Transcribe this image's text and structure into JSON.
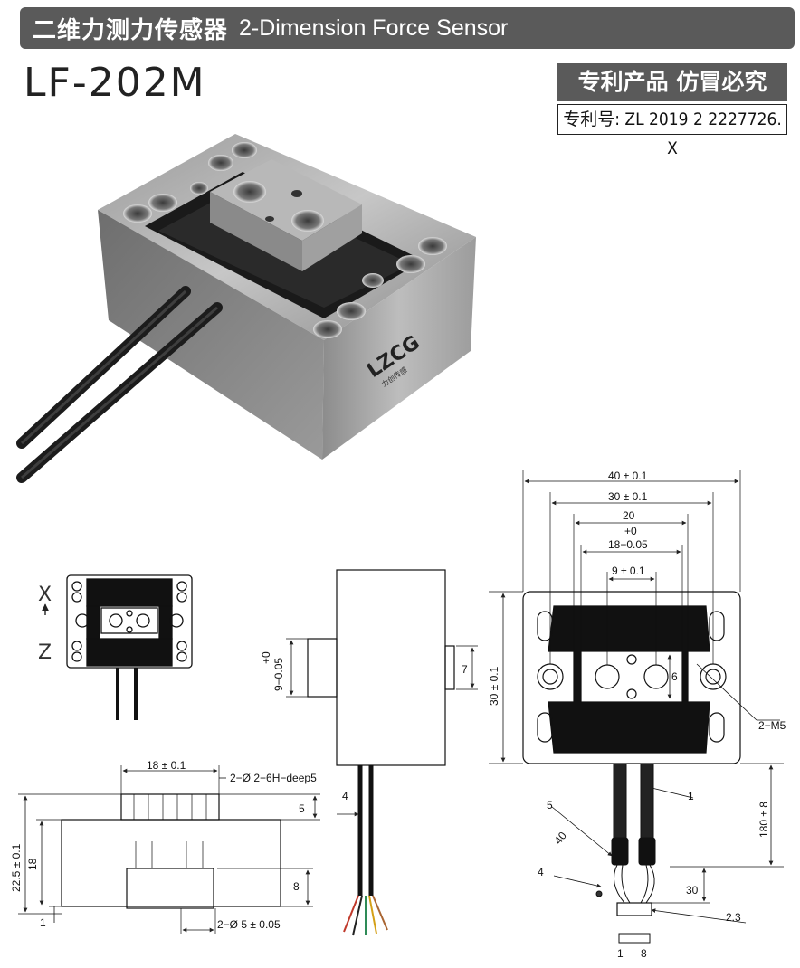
{
  "header": {
    "title_cn": "二维力测力传感器",
    "title_en": "2-Dimension Force Sensor"
  },
  "model": "LF-202M",
  "patent": {
    "notice": "专利产品 仿冒必究",
    "number": "专利号: ZL 2019 2 2227726. X"
  },
  "logo": {
    "brand": "LZCG",
    "subtext": "力创传感"
  },
  "left_view": {
    "axis_x": "X",
    "axis_z": "Z"
  },
  "top_view_dims": {
    "w40": "40 ± 0.1",
    "w30": "30 ± 0.1",
    "w20": "20",
    "tol_upper": "+0",
    "w18": "18−0.05",
    "w9": "9 ± 0.1",
    "h30": "30 ± 0.1",
    "h6": "6",
    "thread": "2−M5",
    "cable_len": "180 ± 8",
    "lbl_1": "1",
    "lbl_5": "5",
    "lbl_40": "40",
    "lbl_4": "4",
    "lbl_30": "30",
    "lbl_23": "2.3",
    "pin_1": "1",
    "pin_8": "8"
  },
  "side_view_dims": {
    "tol_upper": "+0",
    "h9": "9−0.05",
    "w7": "7",
    "w4": "4"
  },
  "front_view_dims": {
    "w18": "18 ± 0.1",
    "holes_top": "2−Ø 2−6H−deep5",
    "d5": "5",
    "h225": "22.5 ± 0.1",
    "h18": "18",
    "h8": "8",
    "h1": "1",
    "holes_bottom": "2−Ø 5 ± 0.05"
  }
}
